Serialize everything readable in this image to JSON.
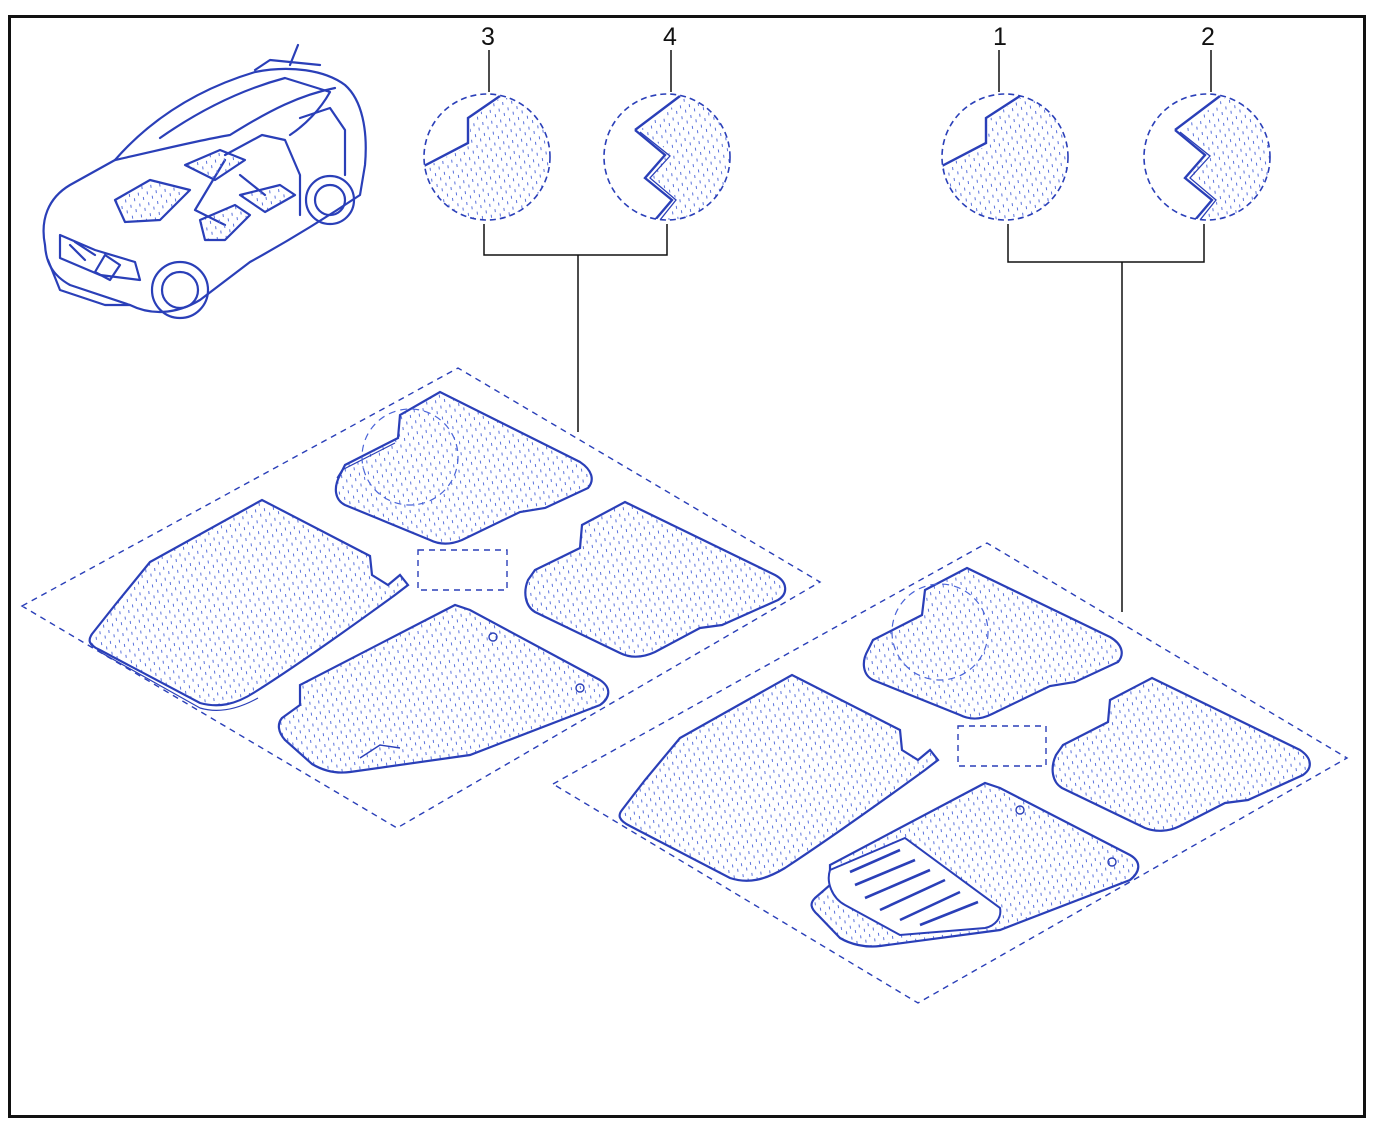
{
  "diagram": {
    "callouts": [
      {
        "id": "c3",
        "label": "3"
      },
      {
        "id": "c4",
        "label": "4"
      },
      {
        "id": "c1",
        "label": "1"
      },
      {
        "id": "c2",
        "label": "2"
      }
    ],
    "colors": {
      "line_art": "#2a3fb8",
      "texture": "#4a64d8",
      "frame": "#111111",
      "leader": "#111111"
    },
    "icons": [
      "car-illustration-icon",
      "texture-detail-icon",
      "floor-mat-icon"
    ]
  }
}
